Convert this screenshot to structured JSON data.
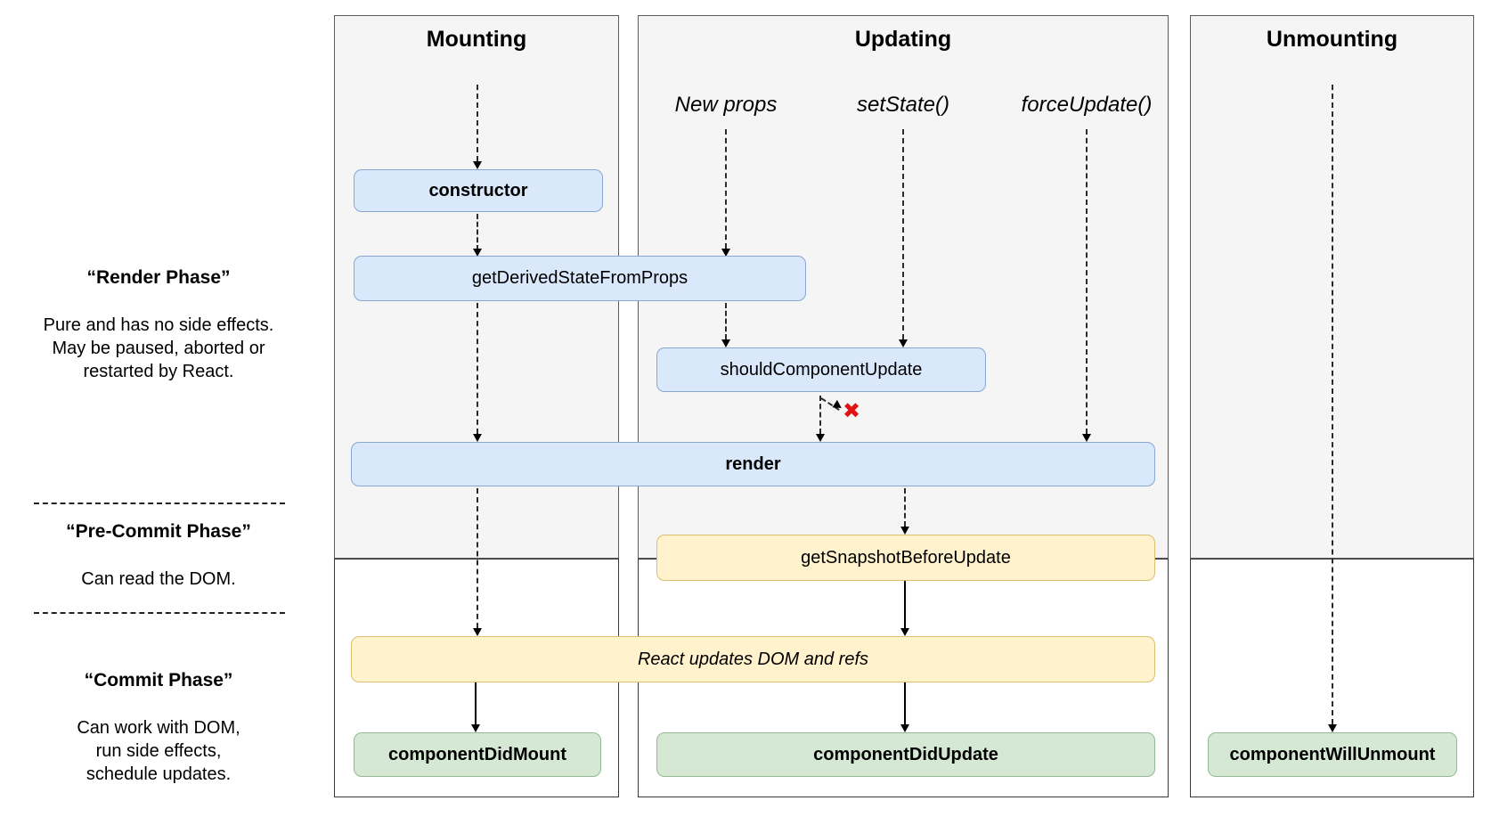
{
  "columns": {
    "mounting": "Mounting",
    "updating": "Updating",
    "unmounting": "Unmounting"
  },
  "triggers": {
    "new_props": "New props",
    "set_state": "setState()",
    "force_update": "forceUpdate()"
  },
  "left_notes": {
    "render_phase": {
      "title": "“Render Phase”",
      "desc": "Pure and has no side effects.\nMay be paused, aborted or\nrestarted by React."
    },
    "pre_commit_phase": {
      "title": "“Pre-Commit Phase”",
      "desc": "Can read the DOM."
    },
    "commit_phase": {
      "title": "“Commit Phase”",
      "desc": "Can work with DOM,\nrun side effects,\nschedule updates."
    }
  },
  "boxes": {
    "constructor": "constructor",
    "get_derived_state_from_props": "getDerivedStateFromProps",
    "should_component_update": "shouldComponentUpdate",
    "render": "render",
    "get_snapshot_before_update": "getSnapshotBeforeUpdate",
    "react_updates_dom": "React updates DOM and refs",
    "component_did_mount": "componentDidMount",
    "component_did_update": "componentDidUpdate",
    "component_will_unmount": "componentWillUnmount"
  },
  "markers": {
    "skip_render_x": "✖"
  },
  "colors": {
    "panel_fill": "#f5f5f5",
    "blue_fill": "#dae8fc",
    "yellow_fill": "#fff2cc",
    "green_fill": "#d5e8d4",
    "x_red": "#e01212"
  }
}
